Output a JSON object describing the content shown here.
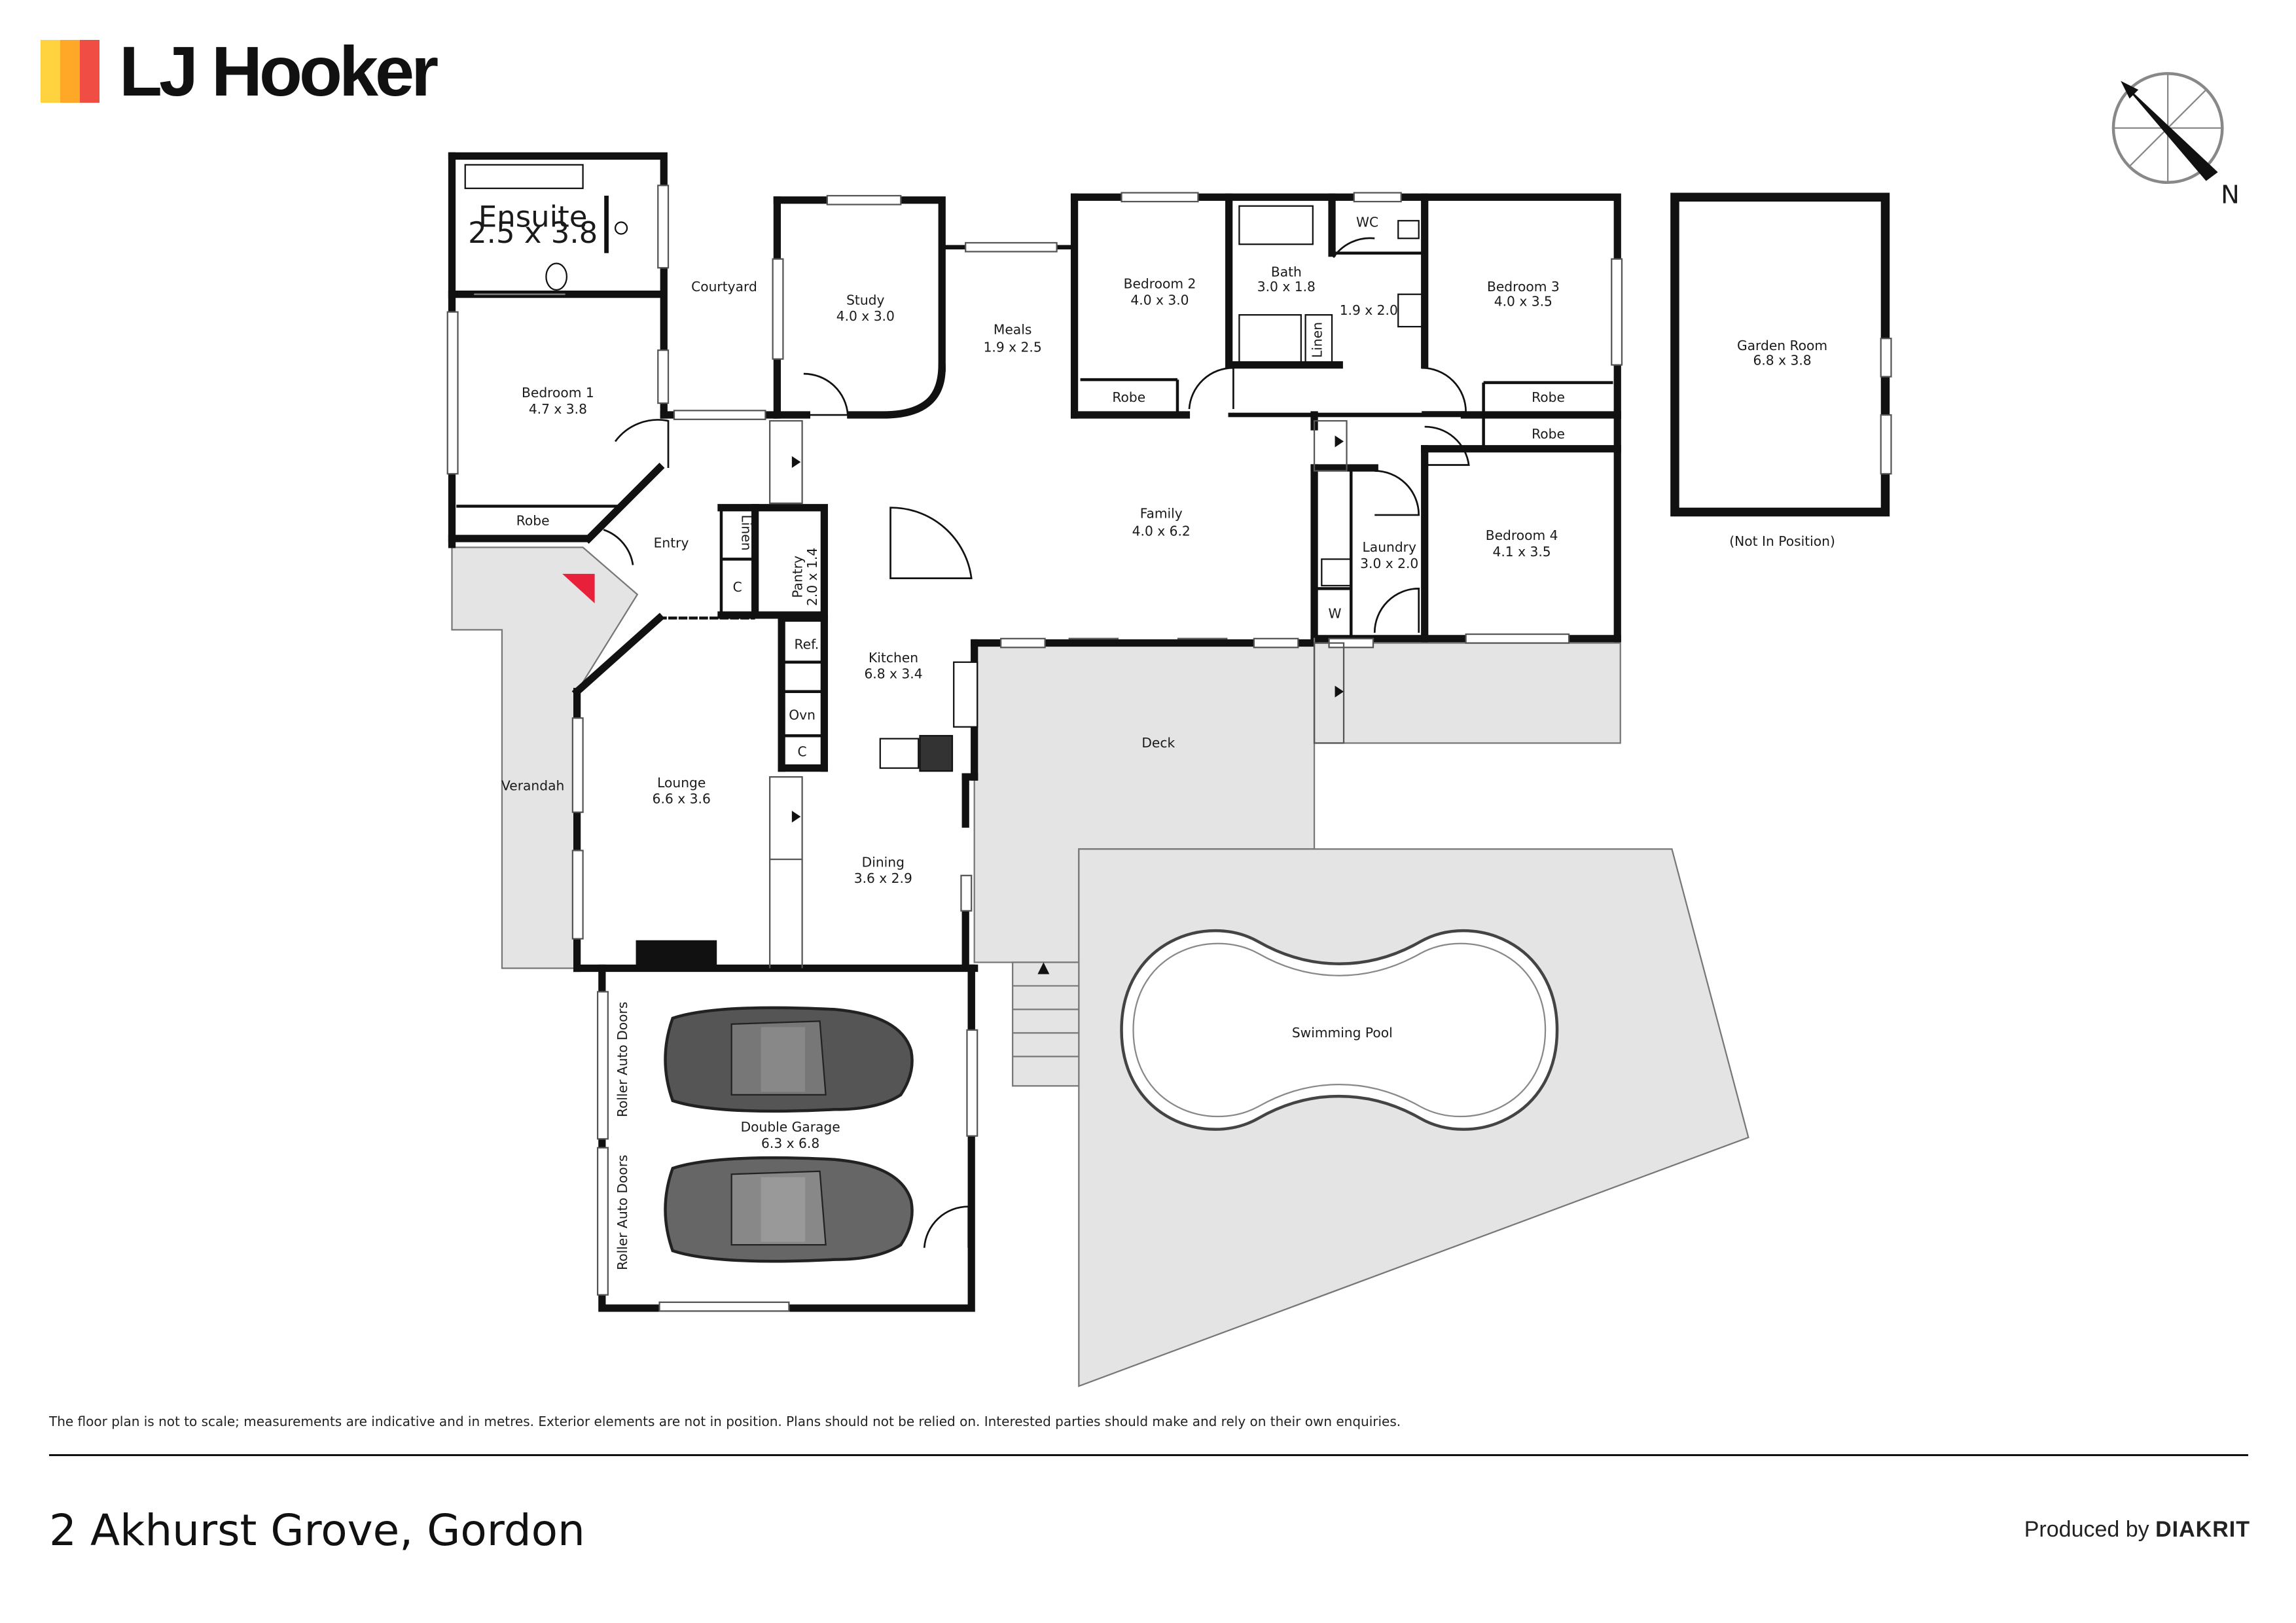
{
  "brand": {
    "name": "LJ Hooker",
    "stripe_colors": [
      "#FFD23F",
      "#FFA726",
      "#F04E45"
    ]
  },
  "compass": {
    "label": "N"
  },
  "rooms": {
    "ensuite": {
      "name": "Ensuite",
      "dim": "2.5 x 3.8"
    },
    "courtyard": {
      "name": "Courtyard"
    },
    "study": {
      "name": "Study",
      "dim": "4.0 x 3.0"
    },
    "meals": {
      "name": "Meals",
      "dim": "1.9 x 2.5"
    },
    "bedroom2": {
      "name": "Bedroom 2",
      "dim": "4.0 x 3.0"
    },
    "bath": {
      "name": "Bath",
      "dim": "3.0 x 1.8"
    },
    "wc": {
      "name": "WC"
    },
    "hall_room": {
      "dim": "1.9 x 2.0"
    },
    "bedroom3": {
      "name": "Bedroom 3",
      "dim": "4.0 x 3.5"
    },
    "garden_room": {
      "name": "Garden Room",
      "dim": "6.8 x 3.8",
      "note": "(Not In Position)"
    },
    "bedroom1": {
      "name": "Bedroom 1",
      "dim": "4.7 x 3.8"
    },
    "family": {
      "name": "Family",
      "dim": "4.0 x 6.2"
    },
    "laundry": {
      "name": "Laundry",
      "dim": "3.0 x 2.0"
    },
    "bedroom4": {
      "name": "Bedroom 4",
      "dim": "4.1 x 3.5"
    },
    "entry": {
      "name": "Entry"
    },
    "pantry": {
      "name": "Pantry",
      "dim": "2.0 x 1.4"
    },
    "kitchen": {
      "name": "Kitchen",
      "dim": "6.8 x 3.4"
    },
    "verandah": {
      "name": "Verandah"
    },
    "lounge": {
      "name": "Lounge",
      "dim": "6.6 x 3.6"
    },
    "deck": {
      "name": "Deck"
    },
    "dining": {
      "name": "Dining",
      "dim": "3.6 x 2.9"
    },
    "pool": {
      "name": "Swimming Pool"
    },
    "garage": {
      "name": "Double Garage",
      "dim": "6.3 x 6.8",
      "door_label": "Roller Auto Doors"
    }
  },
  "fixtures": {
    "robe": "Robe",
    "linen": "Linen",
    "c": "C",
    "ref": "Ref.",
    "oven": "Ovn",
    "w": "W"
  },
  "colors": {
    "wall": "#111111",
    "outdoor": "#e4e4e4",
    "entry_marker": "#e8203a"
  },
  "footer": {
    "disclaimer": "The floor plan is not to scale; measurements are indicative and in metres. Exterior elements are not in position. Plans should not be relied on. Interested parties should make and rely on their own enquiries.",
    "address": "2 Akhurst Grove, Gordon",
    "producer_prefix": "Produced by",
    "producer_name": "DIAKRIT"
  }
}
